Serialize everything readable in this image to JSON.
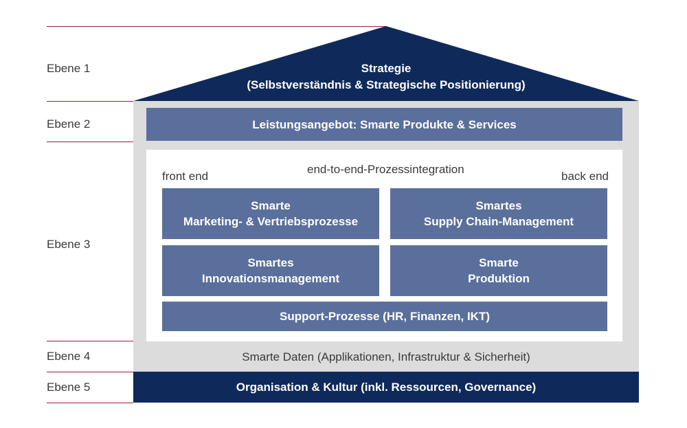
{
  "levels": {
    "ebene1": "Ebene 1",
    "ebene2": "Ebene 2",
    "ebene3": "Ebene 3",
    "ebene4": "Ebene 4",
    "ebene5": "Ebene 5"
  },
  "roof": {
    "title": "Strategie",
    "subtitle": "(Selbstverständnis & Strategische Positionierung)"
  },
  "level2": {
    "label": "Leistungsangebot: Smarte Produkte & Services"
  },
  "level3": {
    "integration_label": "end-to-end-Prozessintegration",
    "front_end": "front end",
    "back_end": "back end",
    "boxes": [
      {
        "line1": "Smarte",
        "line2": "Marketing- & Vertriebsprozesse"
      },
      {
        "line1": "Smartes",
        "line2": "Supply Chain-Management"
      },
      {
        "line1": "Smartes",
        "line2": "Innovationsmanagement"
      },
      {
        "line1": "Smarte",
        "line2": "Produktion"
      }
    ],
    "support": "Support-Prozesse (HR, Finanzen, IKT)"
  },
  "level4": {
    "label": "Smarte Daten (Applikationen, Infrastruktur & Sicherheit)"
  },
  "level5": {
    "label": "Organisation & Kultur (inkl. Ressourcen, Governance)"
  },
  "colors": {
    "roof": "#0f2a5a",
    "box": "#5b6f9c",
    "house_body": "#dcdcdc",
    "rule": "#9b1c3f"
  }
}
